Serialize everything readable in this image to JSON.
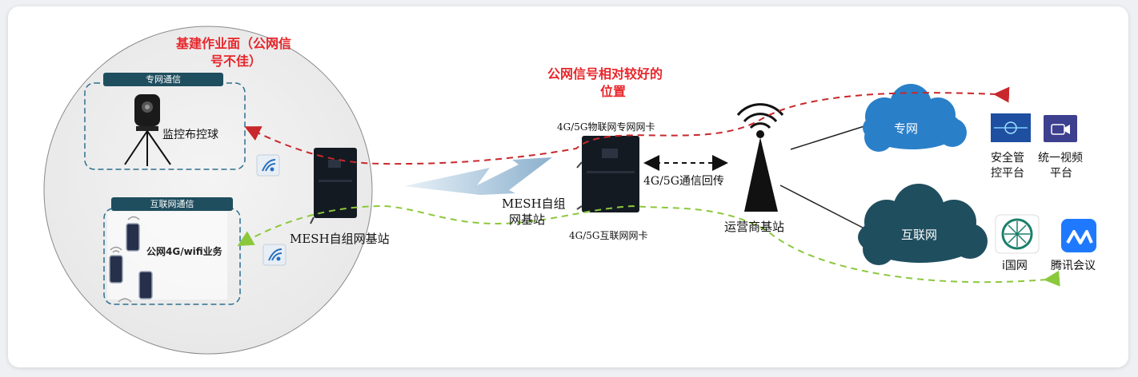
{
  "top_red_title_line1": "基建作业面（公网信",
  "top_red_title_line2": "号不佳）",
  "mid_red_title_line1": "公网信号相对较好的",
  "mid_red_title_line2": "位置",
  "private_network_tag": "专网通信",
  "internet_tag": "互联网通信",
  "camera_label": "监控布控球",
  "public_service_label": "公网4G/wifi业务",
  "left_station_label": "MESH自组网基站",
  "center_station_label_line1": "MESH自组",
  "center_station_label_line2": "网基站",
  "iot_card_label": "4G/5G物联网专网网卡",
  "internet_card_label": "4G/5G互联网网卡",
  "backhaul_label": "4G/5G通信回传",
  "carrier_station_label": "运营商基站",
  "cloud_private": "专网",
  "cloud_internet": "互联网",
  "app_security_line1": "安全管",
  "app_security_line2": "控平台",
  "app_video_line1": "统一视频",
  "app_video_line2": "平台",
  "app_guowang": "i国网",
  "app_tencent": "腾讯会议",
  "colors": {
    "red_arrow": "#c8282c",
    "green_arrow": "#8cc83c",
    "cloud_blue": "#2a7fc9",
    "cloud_dark": "#1f4e5f",
    "tag_bg": "#1f4e5f"
  }
}
